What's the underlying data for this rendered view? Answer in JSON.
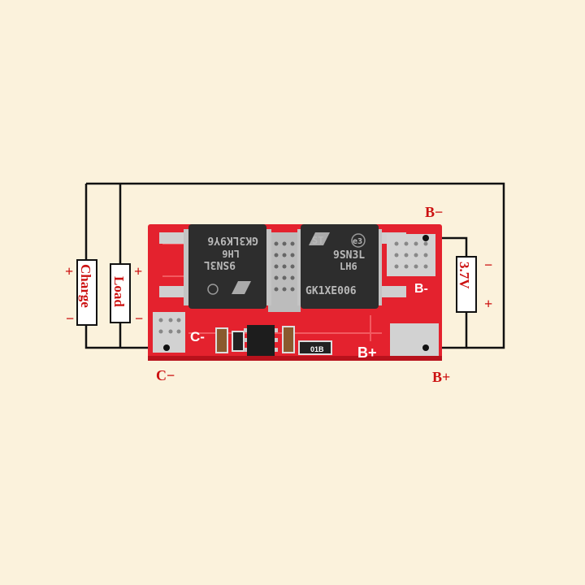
{
  "diagram": {
    "labels": {
      "b_minus": "B−",
      "b_plus": "B+",
      "c_minus": "C−",
      "charge": "Charge",
      "load": "Load",
      "battery": "3.7V",
      "plus": "+",
      "minus": "−"
    },
    "board": {
      "silk_c_minus": "C-",
      "silk_b_minus": "B-",
      "silk_b_plus": "B+",
      "mosfet_left": {
        "line1": "GK3LK9Y6",
        "line2": "LH6",
        "line3": "9SN3L"
      },
      "mosfet_right": {
        "line1": "9SN3L",
        "line2": "LH6",
        "line3": "GK1XE006",
        "logo": "ST",
        "code": "e3"
      },
      "resistor_code": "01B"
    },
    "colors": {
      "background": "#fbf2dc",
      "pcb": "#e4222e",
      "wire": "#111111",
      "label": "#cc1111",
      "chip": "#2d2d2d"
    }
  }
}
